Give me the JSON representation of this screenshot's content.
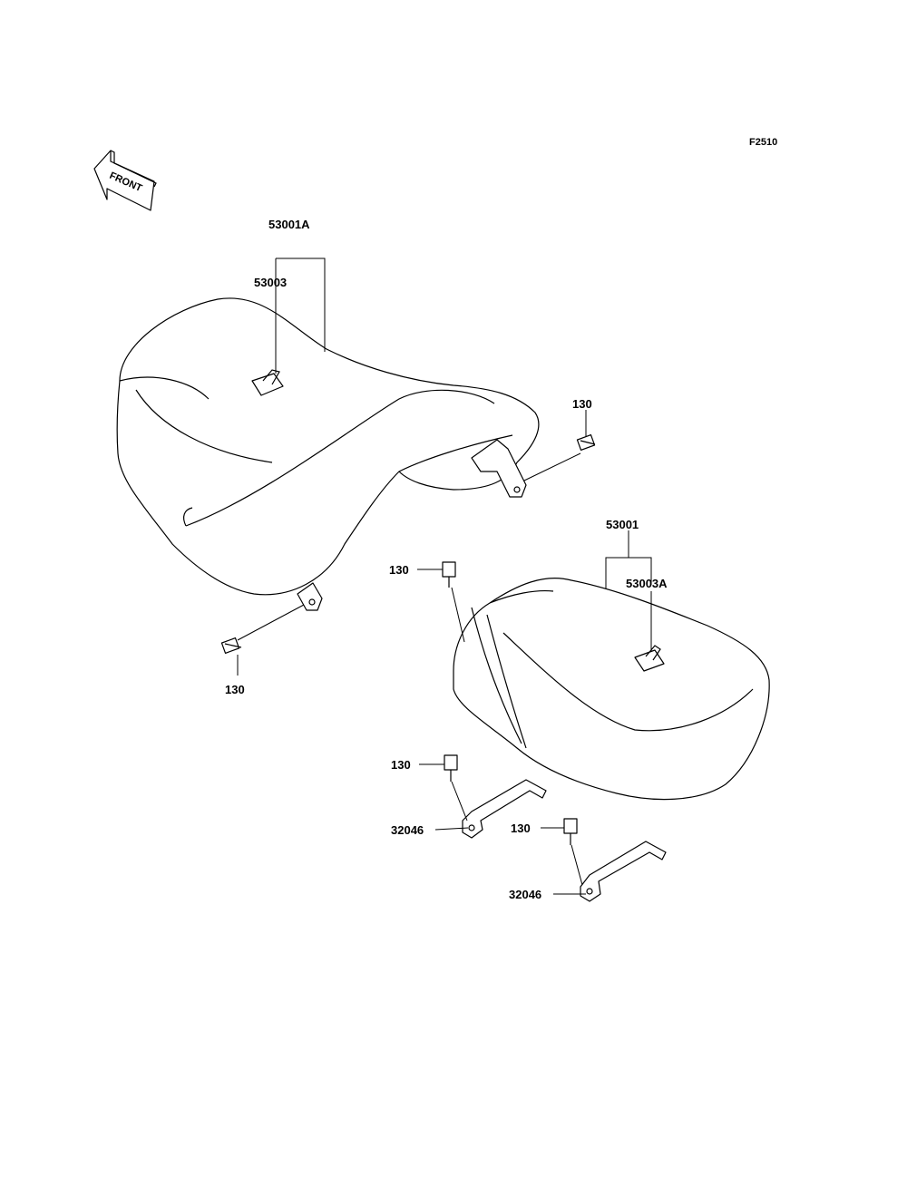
{
  "figure_code": "F2510",
  "front_label": "FRONT",
  "labels": {
    "p53001A": "53001A",
    "p53003": "53003",
    "p130_a": "130",
    "p130_b": "130",
    "p53001": "53001",
    "p53003A": "53003A",
    "p130_c": "130",
    "p130_d": "130",
    "p130_e": "130",
    "p32046_a": "32046",
    "p32046_b": "32046"
  }
}
